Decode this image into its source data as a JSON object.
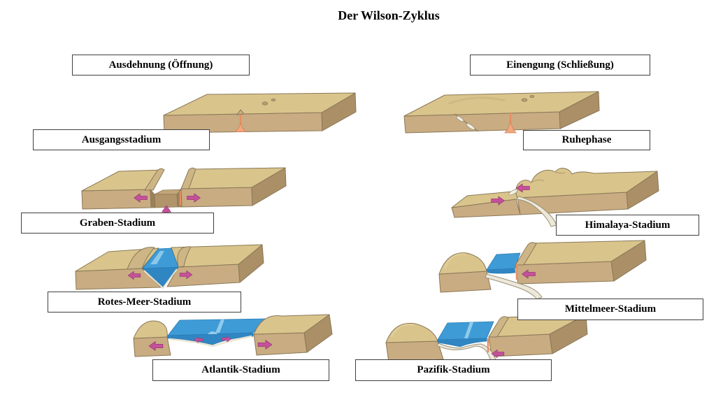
{
  "title": "Der Wilson-Zyklus",
  "left_column": {
    "header": "Ausdehnung (Öffnung)",
    "stages": [
      {
        "label": "Ausgangsstadium"
      },
      {
        "label": "Graben-Stadium"
      },
      {
        "label": "Rotes-Meer-Stadium"
      },
      {
        "label": "Atlantik-Stadium"
      }
    ]
  },
  "right_column": {
    "header": "Einengung (Schließung)",
    "stages": [
      {
        "label": "Ruhephase"
      },
      {
        "label": "Himalaya-Stadium"
      },
      {
        "label": "Mittelmeer-Stadium"
      },
      {
        "label": "Pazifik-Stadium"
      }
    ]
  },
  "colors": {
    "land_top": "#d9c58c",
    "land_front": "#c9ac82",
    "land_side": "#ab8f66",
    "water": "#3f9bd6",
    "water_light": "#9dd3ee",
    "magma": "#e78f63",
    "arrow": "#c4519b",
    "slab": "#ece8da",
    "label_border": "#3f3f3f"
  }
}
